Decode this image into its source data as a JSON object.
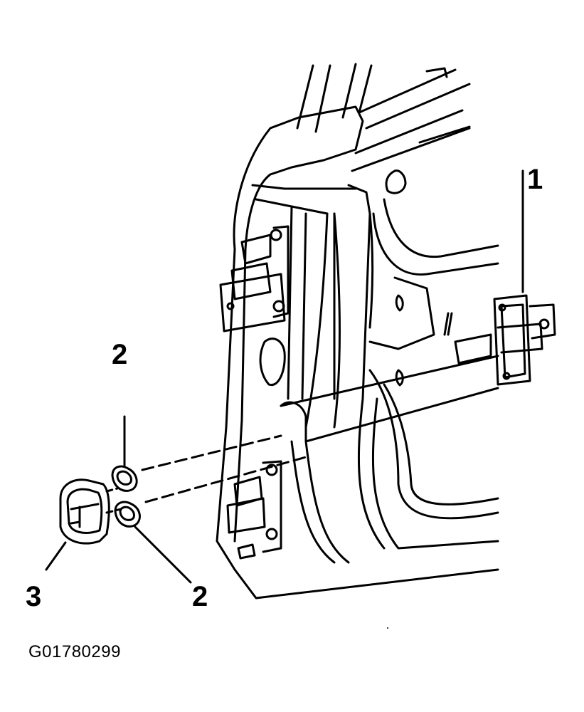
{
  "callouts": [
    {
      "id": "1",
      "label": "1"
    },
    {
      "id": "2a",
      "label": "2"
    },
    {
      "id": "3",
      "label": "3"
    },
    {
      "id": "2b",
      "label": "2"
    }
  ],
  "figure_id": "G01780299",
  "colors": {
    "line": "#000000",
    "background": "#ffffff"
  }
}
